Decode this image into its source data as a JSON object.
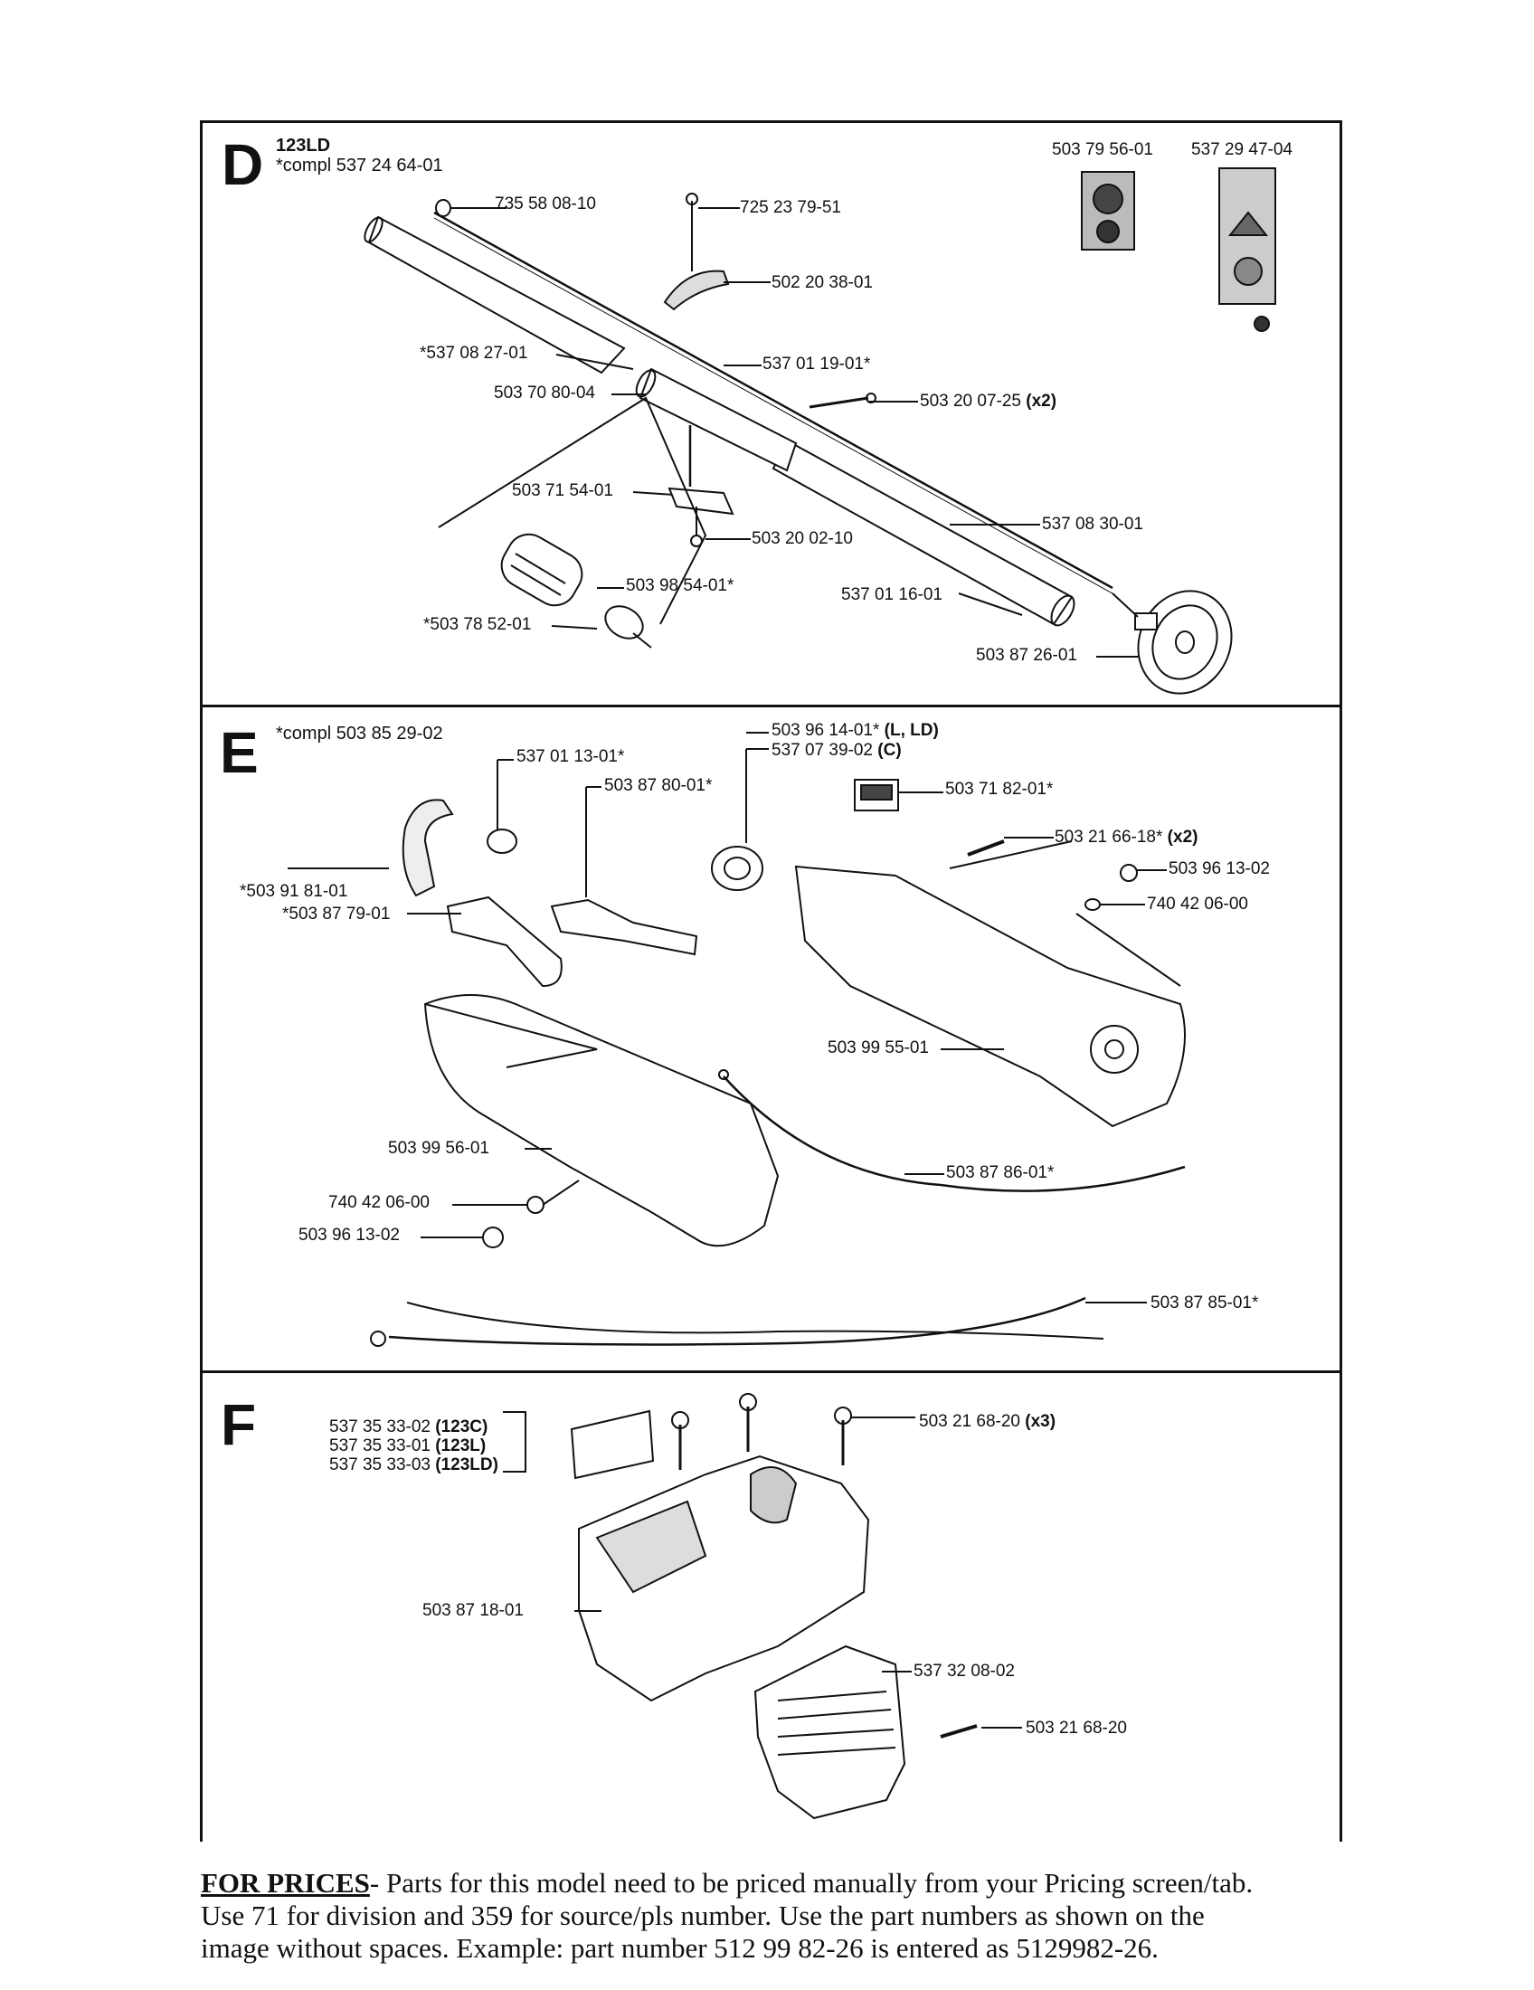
{
  "sections": {
    "D": {
      "letter": "D",
      "model": "123LD",
      "compl": "*compl 537 24 64-01",
      "decal_labels": [
        "503 79 56-01",
        "537 29 47-04"
      ],
      "parts": [
        {
          "num": "735 58 08-10",
          "qual": ""
        },
        {
          "num": "725 23 79-51",
          "qual": ""
        },
        {
          "num": "502 20 38-01",
          "qual": ""
        },
        {
          "num": "*537 08 27-01",
          "qual": ""
        },
        {
          "num": "537 01 19-01*",
          "qual": ""
        },
        {
          "num": "503 70 80-04",
          "qual": ""
        },
        {
          "num": "503 20 07-25",
          "qual": "(x2)"
        },
        {
          "num": "503 71 54-01",
          "qual": ""
        },
        {
          "num": "503 20 02-10",
          "qual": ""
        },
        {
          "num": "537 08 30-01",
          "qual": ""
        },
        {
          "num": "503 98 54-01*",
          "qual": ""
        },
        {
          "num": "537 01 16-01",
          "qual": ""
        },
        {
          "num": "*503 78 52-01",
          "qual": ""
        },
        {
          "num": "503 87 26-01",
          "qual": ""
        }
      ]
    },
    "E": {
      "letter": "E",
      "compl": "*compl 503 85 29-02",
      "parts": [
        {
          "num": "503 96 14-01*",
          "qual": "(L, LD)"
        },
        {
          "num": "537 07 39-02",
          "qual": "(C)"
        },
        {
          "num": "537 01 13-01*",
          "qual": ""
        },
        {
          "num": "503 87 80-01*",
          "qual": ""
        },
        {
          "num": "503 71 82-01*",
          "qual": ""
        },
        {
          "num": "503 21 66-18*",
          "qual": "(x2)"
        },
        {
          "num": "503 96 13-02",
          "qual": ""
        },
        {
          "num": "740 42 06-00",
          "qual": ""
        },
        {
          "num": "*503 91 81-01",
          "qual": ""
        },
        {
          "num": "*503 87 79-01",
          "qual": ""
        },
        {
          "num": "503 99 55-01",
          "qual": ""
        },
        {
          "num": "503 99 56-01",
          "qual": ""
        },
        {
          "num": "503 87 86-01*",
          "qual": ""
        },
        {
          "num": "740 42 06-00",
          "qual": ""
        },
        {
          "num": "503 96 13-02",
          "qual": ""
        },
        {
          "num": "503 87 85-01*",
          "qual": ""
        }
      ]
    },
    "F": {
      "letter": "F",
      "parts": [
        {
          "num": "537 35 33-02",
          "qual": "(123C)"
        },
        {
          "num": "537 35 33-01",
          "qual": "(123L)"
        },
        {
          "num": "537 35 33-03",
          "qual": "(123LD)"
        },
        {
          "num": "503 21 68-20",
          "qual": "(x3)"
        },
        {
          "num": "503 87 18-01",
          "qual": ""
        },
        {
          "num": "537 32 08-02",
          "qual": ""
        },
        {
          "num": "503 21 68-20",
          "qual": ""
        }
      ]
    }
  },
  "footer": {
    "heading": "FOR PRICES",
    "line1": "- Parts for this model need to be priced manually from your Pricing screen/tab.",
    "line2": "Use 71 for division and 359 for source/pls number.   Use the part numbers as shown on the",
    "line3": "image without spaces.  Example: part number 512 99 82-26 is entered as 5129982-26."
  }
}
